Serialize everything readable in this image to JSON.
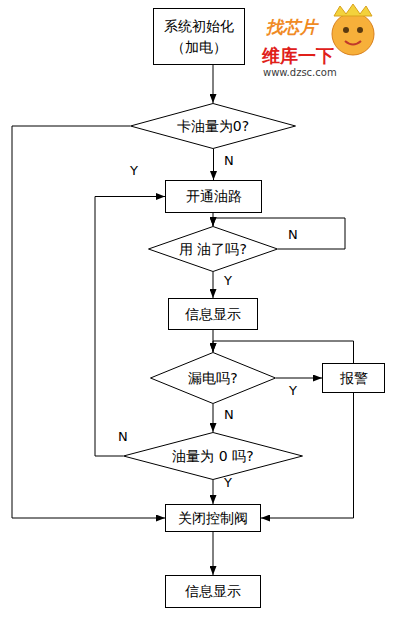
{
  "diagram": {
    "nodes": [
      {
        "text": [
          "系统初始化 （加电）"
        ]
      },
      {
        "text": [
          "卡油量为0?"
        ]
      },
      {
        "text": [
          "开通油路"
        ]
      },
      {
        "text": [
          "用 油了吗?"
        ]
      },
      {
        "text": [
          "信息显示"
        ]
      },
      {
        "text": [
          "漏电吗?"
        ]
      },
      {
        "text": [
          "报警"
        ]
      },
      {
        "text": [
          "油量为 0 吗?"
        ]
      },
      {
        "text": [
          "关闭控制阀"
        ]
      },
      {
        "text": [
          "信息显示"
        ]
      }
    ],
    "edges": [
      {
        "from": 0,
        "to": 1,
        "arrow": "to"
      },
      {
        "from": 1,
        "to": 8,
        "label": "Y",
        "arrow": "to"
      },
      {
        "from": 1,
        "to": 2,
        "label": "N",
        "arrow": "to"
      },
      {
        "from": 2,
        "to": 3,
        "arrow": "to"
      },
      {
        "from": 3,
        "to": 3,
        "label": "N",
        "arrow": "to"
      },
      {
        "from": 3,
        "to": 4,
        "label": "Y",
        "arrow": "to"
      },
      {
        "from": 4,
        "to": 5,
        "arrow": "to"
      },
      {
        "from": 5,
        "to": 6,
        "label": "Y",
        "arrow": "to"
      },
      {
        "from": 6,
        "to": 5,
        "arrow": "to"
      },
      {
        "from": 6,
        "to": 8,
        "arrow": "to"
      },
      {
        "from": 5,
        "to": 7,
        "label": "N",
        "arrow": "to"
      },
      {
        "from": 7,
        "to": 2,
        "label": "N",
        "arrow": "to"
      },
      {
        "from": 7,
        "to": 8,
        "label": "Y",
        "arrow": "to"
      },
      {
        "from": 8,
        "to": 9,
        "arrow": "to"
      }
    ],
    "labels": [
      "找芯片",
      "维库一下",
      "www.dzsc.com"
    ]
  }
}
